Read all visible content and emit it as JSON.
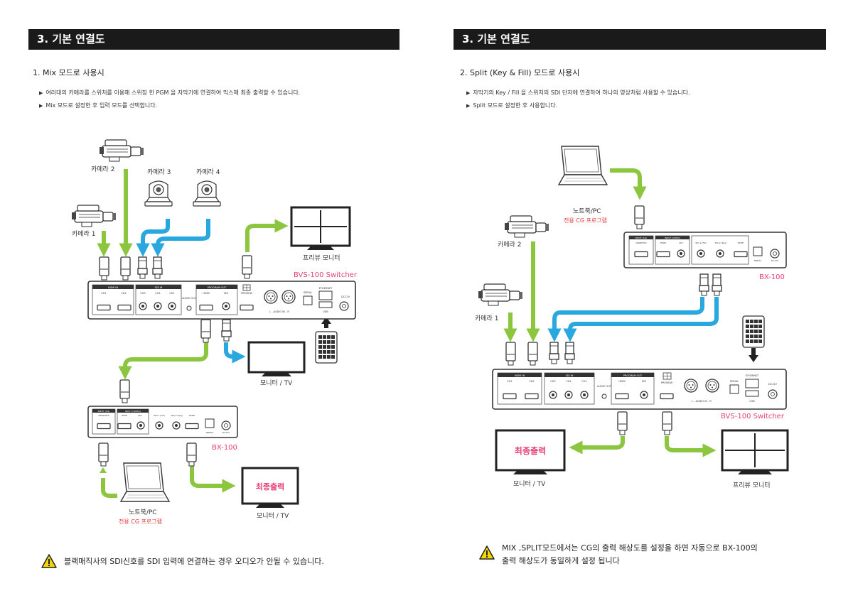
{
  "left": {
    "header": "3. 기본 연결도",
    "subtitle": "1. Mix 모드로 사용시",
    "bullets": [
      "여러대의 카메라를 스위처를 이용해 스위칭 한 PGM 을 자막기에 연결하여 믹스해 최종 출력할 수 있습니다.",
      "Mix 모드로 설정한 후 입력 모드를 선택합니다."
    ],
    "labels": {
      "camera1": "카메라 1",
      "camera2": "카메라 2",
      "camera3": "카메라 3",
      "camera4": "카메라 4",
      "preview_monitor": "프리뷰 모니터",
      "switcher": "BVS-100 Switcher",
      "monitor_tv": "모니터 / TV",
      "bx": "BX-100",
      "laptop": "노트북/PC",
      "cg_program": "전용 CG 프로그램",
      "final_output": "최종출력",
      "monitor_tv2": "모니터 / TV"
    },
    "warning": "블랙매직사의 SDI신호를 SDI 입력에 연결하는 경우 오디오가 안될 수 있습니다."
  },
  "right": {
    "header": "3. 기본 연결도",
    "subtitle": "2. Split (Key & Fill) 모드로 사용시",
    "bullets": [
      "자막기의 Key / Fill 을 스위처의 SDI 단자에 연결하여 하나의 영상처럼 사용할 수 있습니다.",
      "Split 모드로 설정한 후 사용합니다."
    ],
    "labels": {
      "laptop": "노트북/PC",
      "cg_program": "전용 CG 프로그램",
      "camera2": "카메라 2",
      "camera1": "카메라 1",
      "bx": "BX-100",
      "switcher": "BVS-100  Switcher",
      "final_output": "최종출력",
      "monitor_tv": "모니터 / TV",
      "preview_monitor": "프리뷰 모니터"
    },
    "warning_lines": [
      "MIX ,SPLIT모드에서는 CG의 출력 해상도를 설정을 하면 자동으로 BX-100의",
      "출력 해상도가 동일하게 설정 됩니다"
    ]
  },
  "device_labels": {
    "hdmi_in": "HDMI IN",
    "sdi_in": "SDI IN",
    "program_out": "PROGRAM OUT",
    "ch1": "CH1",
    "ch2": "CH2",
    "ch3": "CH3",
    "ch4": "CH4",
    "audio_out": "AUDIO OUT",
    "hdmi": "HDMI",
    "sdi": "SDI",
    "preview": "PREVIEW",
    "audio_in": "L - AUDIO IN - R",
    "serial": "SERIAL",
    "ethernet": "ETHERNET",
    "usb": "USB",
    "dc12v": "DC12V",
    "input_cg": "INPUT (CG)",
    "input_video": "INPUT (VIDEO)",
    "graphics": "GRAPHICS",
    "sdi_fill": "SDI 1 (Fill)",
    "sdi_key": "SDI 2 (Key)"
  },
  "colors": {
    "green": "#8cc63f",
    "blue": "#29a8e0",
    "pink": "#e8417a",
    "header_bg": "#1a1a1a"
  }
}
